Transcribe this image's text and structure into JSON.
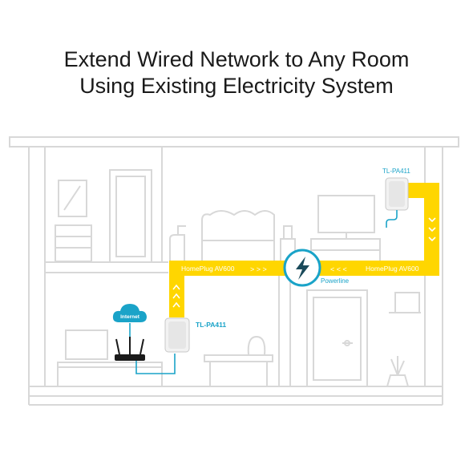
{
  "headline": {
    "line1": "Extend Wired Network to Any Room",
    "line2": "Using Existing Electricity System"
  },
  "devices": {
    "adapter_upper_label": "TL-PA411",
    "adapter_lower_label": "TL-PA411"
  },
  "links": {
    "left_label": "HomePlug AV600",
    "right_label": "HomePlug AV600",
    "center_label": "Powerline",
    "arrows_right": "> > >",
    "arrows_left": "< < <"
  },
  "cloud_label": "Internet",
  "colors": {
    "wire": "#ffd600",
    "accent": "#1aa3c8",
    "outline": "#d8d8d8",
    "text": "#1a1a1a"
  }
}
